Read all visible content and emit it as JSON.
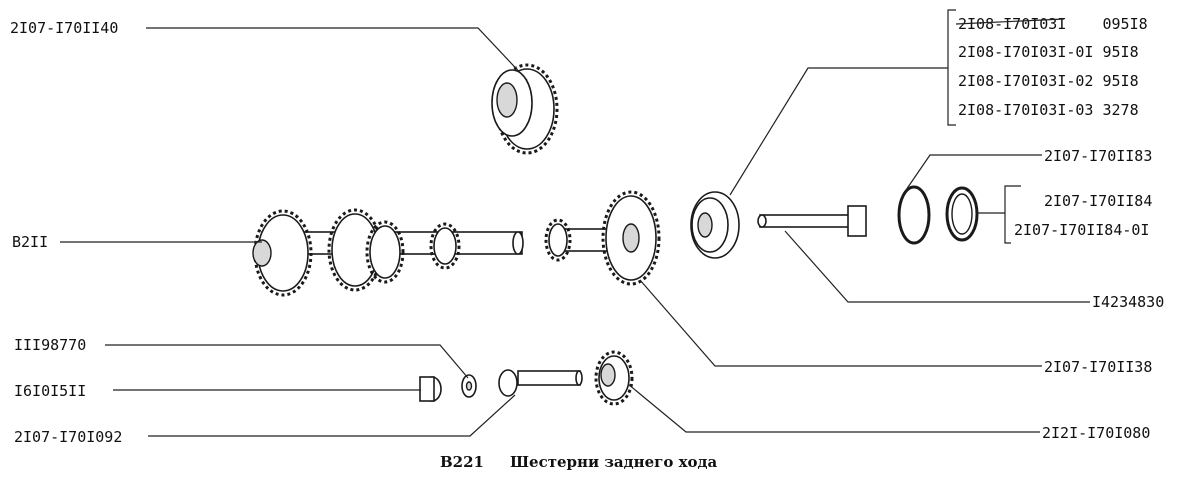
{
  "labels": {
    "l_2107_1701140": "2I07-I70II40",
    "l_b211": "B2II",
    "l_111": "III98770",
    "l_161": "I6I0I5II",
    "l_2107_1701092": "2I07-I70I092",
    "l_2107_1701183": "2I07-I70II83",
    "l_2107_1701184": "2I07-I70II84",
    "l_2107_1701184_01": "2I07-I70II84-0I",
    "l_14234830": "I4234830",
    "l_2107_1701138": "2I07-I70II38",
    "l_2121_1701080": "2I2I-I70I080"
  },
  "variants": [
    "2I08-I70I03I    095I8",
    "2I08-I70I03I-0I 95I8",
    "2I08-I70I03I-02 95I8",
    "2I08-I70I03I-03 3278"
  ],
  "caption": {
    "code": "В221",
    "title": "Шестерни заднего хода"
  }
}
